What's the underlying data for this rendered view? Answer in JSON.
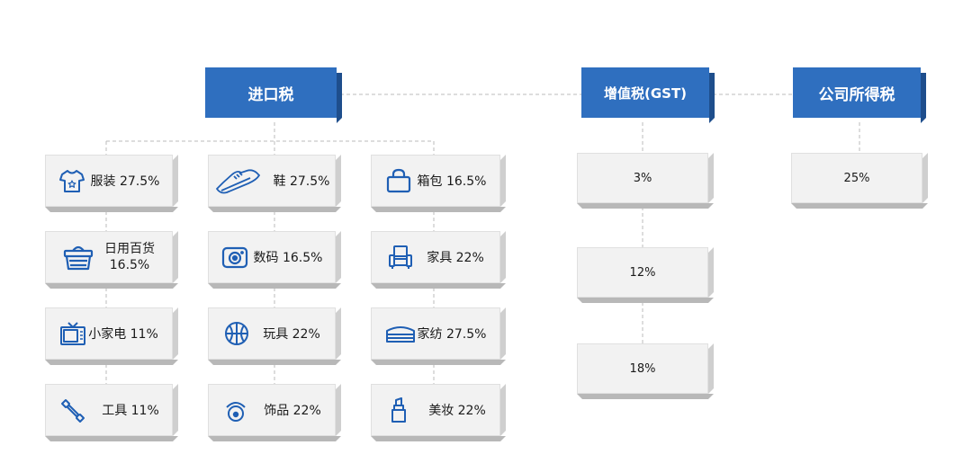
{
  "headers": {
    "import_tax": "进口税",
    "gst": "增值税(GST)",
    "corp_tax": "公司所得税"
  },
  "import_items": [
    {
      "label": "服装 27.5%",
      "icon": "tshirt-icon"
    },
    {
      "label": "鞋 27.5%",
      "icon": "sneaker-icon"
    },
    {
      "label": "箱包 16.5%",
      "icon": "bag-icon"
    },
    {
      "label_line1": "日用百货",
      "label_line2": "16.5%",
      "icon": "basket-icon"
    },
    {
      "label": "数码 16.5%",
      "icon": "camera-icon"
    },
    {
      "label": "家具 22%",
      "icon": "sofa-icon"
    },
    {
      "label": "小家电 11%",
      "icon": "tv-icon"
    },
    {
      "label": "玩具 22%",
      "icon": "ball-icon"
    },
    {
      "label": "家纺 27.5%",
      "icon": "bedding-icon"
    },
    {
      "label": "工具 11%",
      "icon": "wrench-icon"
    },
    {
      "label": "饰品 22%",
      "icon": "ring-icon"
    },
    {
      "label": "美妆 22%",
      "icon": "lipstick-icon"
    }
  ],
  "gst_rates": [
    "3%",
    "12%",
    "18%"
  ],
  "corp_rates": [
    "25%"
  ],
  "colors": {
    "header_blue": "#2f6fbf",
    "icon_blue": "#1f5fb4",
    "box_gray": "#f2f2f2",
    "connector": "#bbbbbb"
  }
}
